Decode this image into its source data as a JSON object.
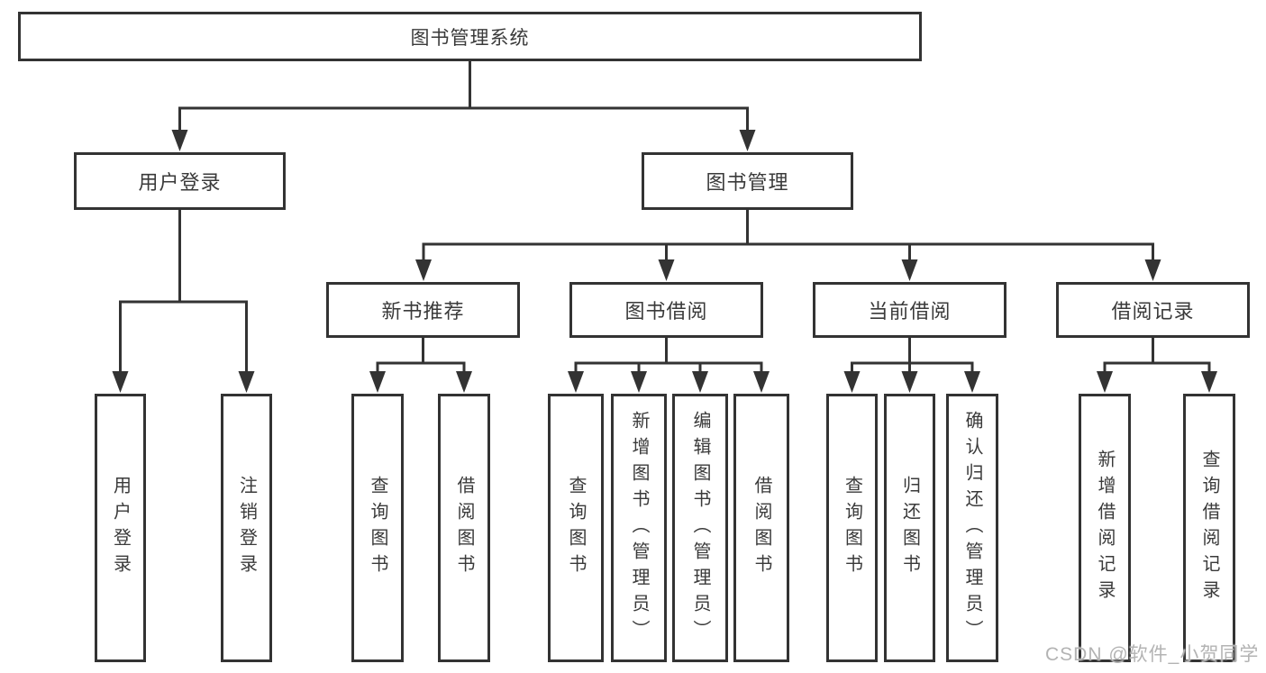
{
  "diagram": {
    "root": {
      "label": "图书管理系统"
    },
    "level2": [
      {
        "label": "用户登录"
      },
      {
        "label": "图书管理"
      }
    ],
    "level3": [
      {
        "label": "新书推荐"
      },
      {
        "label": "图书借阅"
      },
      {
        "label": "当前借阅"
      },
      {
        "label": "借阅记录"
      }
    ],
    "leaves": {
      "user_login": [
        {
          "label": "用户登录"
        },
        {
          "label": "注销登录"
        }
      ],
      "new_books": [
        {
          "label": "查询图书"
        },
        {
          "label": "借阅图书"
        }
      ],
      "book_borrow": [
        {
          "label": "查询图书"
        },
        {
          "label": "新增图书（管理员）"
        },
        {
          "label": "编辑图书（管理员）"
        },
        {
          "label": "借阅图书"
        }
      ],
      "current_borrow": [
        {
          "label": "查询图书"
        },
        {
          "label": "归还图书"
        },
        {
          "label": "确认归还（管理员）"
        }
      ],
      "borrow_records": [
        {
          "label": "新增借阅记录"
        },
        {
          "label": "查询借阅记录"
        }
      ]
    }
  },
  "watermark": {
    "text": "CSDN @软件_小贺同学"
  },
  "colors": {
    "line": "#333333",
    "box_border": "#333333",
    "text": "#3a3a3a",
    "watermark": "#b3b3b3",
    "background": "#ffffff"
  }
}
